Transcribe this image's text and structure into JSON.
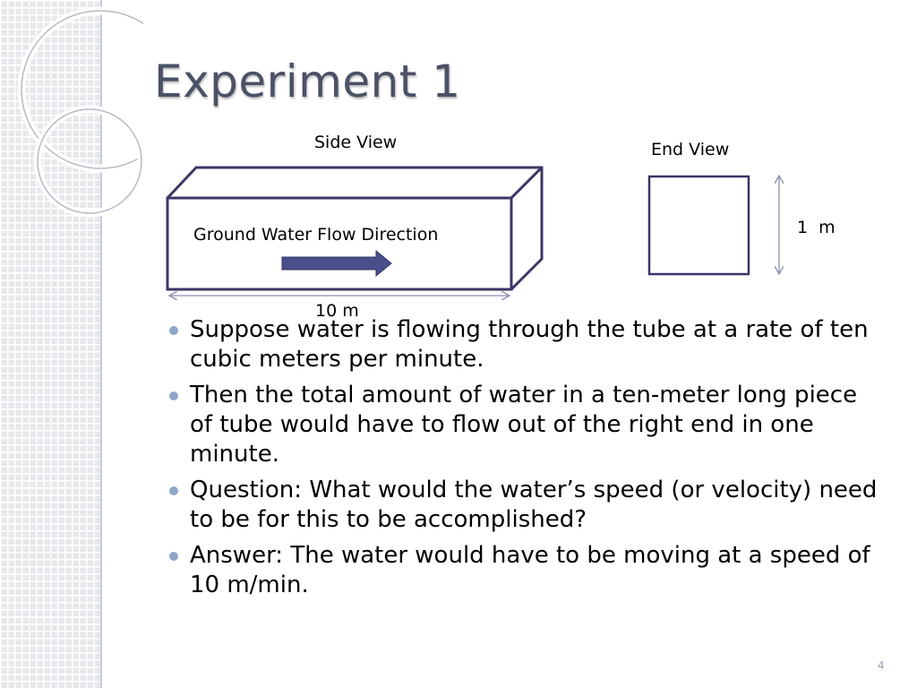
{
  "slide": {
    "title": "Experiment 1",
    "page_number": "4"
  },
  "diagram": {
    "side_view_label": "Side View",
    "end_view_label": "End View",
    "flow_label": "Ground Water Flow Direction",
    "length_label": "10 m",
    "height_label": "1  m"
  },
  "bullets": [
    "Suppose water is flowing through the tube at a rate of ten cubic meters per minute.",
    "Then the total amount of water in a ten-meter long piece of tube would have to flow out of the right end in one minute.",
    "Question:  What would the water’s speed (or velocity) need to be for this to be accomplished?",
    "Answer:  The water would have to be moving at a speed of 10 m/min."
  ],
  "colors": {
    "title": "#4b5166",
    "arrow": "#4a4f8c",
    "box_stroke": "#3d3566",
    "bullet": "#8fa6c8"
  }
}
